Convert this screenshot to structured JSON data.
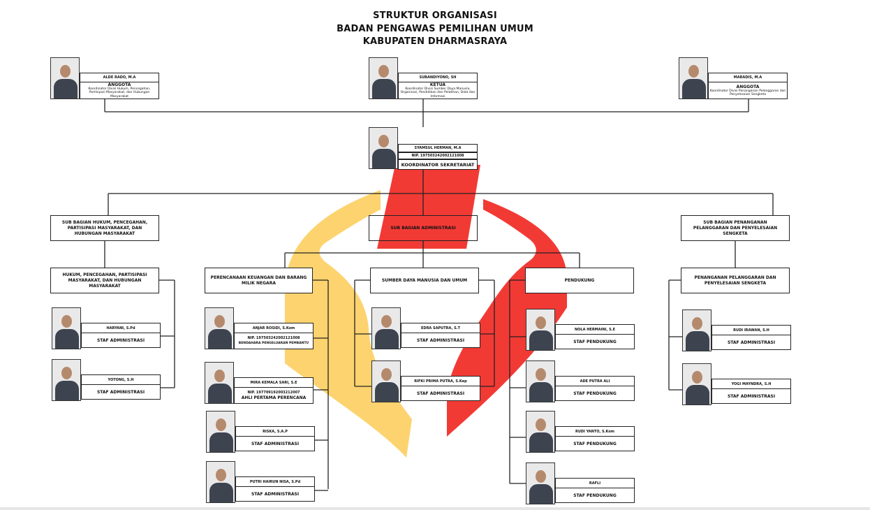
{
  "header": {
    "line1": "STRUKTUR ORGANISASI",
    "line2": "BADAN PENGAWAS PEMILIHAN UMUM",
    "line3": "KABUPATEN DHARMASRAYA"
  },
  "colors": {
    "yellow": "#fcd36e",
    "red": "#f23a35",
    "line": "#222222"
  },
  "leaders": [
    {
      "name": "ALDE RADO, M.A",
      "role": "ANGGOTA",
      "sub": "Koordinator Divisi Hukum, Pencegahan, Partisipasi Masyarakat, dan Hubungan Masyarakat"
    },
    {
      "name": "SUBANDIYONO, SH",
      "role": "KETUA",
      "sub": "Koordinator Divisi Sumber Daya Manusia, Organisasi, Pendidikan dan Pelatihan, Data dan Informasi"
    },
    {
      "name": "MARADIS, M.A",
      "role": "ANGGOTA",
      "sub": "Koordinator Divisi Penanganan Pelanggaran dan Penyelesaian Sengketa"
    }
  ],
  "secretariat": {
    "name": "SYAMSUL HERMAN, M.A",
    "nip": "NIP. 197503242002121008",
    "role": "KOORDINATOR SEKRETARIAT"
  },
  "subbagian": {
    "left": "SUB BAGIAN HUKUM, PENCEGAHAN, PARTISIPASI MASYARAKAT, DAN HUBUNGAN MASYARAKAT",
    "center": "SUB BAGIAN ADMINISTRASI",
    "right": "SUB BAGIAN PENANGANAN PELANGGARAN DAN PENYELESAIAN SENGKETA"
  },
  "units": {
    "hukum": "HUKUM, PENCEGAHAN, PARTISIPASI MASYARAKAT, DAN HUBUNGAN MASYARAKAT",
    "perencanaan": "PERENCANAAN KEUANGAN DAN BARANG MILIK NEGARA",
    "sdm": "SUMBER DAYA MANUSIA DAN UMUM",
    "pendukung": "PENDUKUNG",
    "penanganan": "PENANGANAN PELANGGARAN DAN PENYELESAIAN SENGKETA"
  },
  "staff": [
    {
      "name": "HARYANI, S.Pd",
      "role": "STAF ADMINISTRASI"
    },
    {
      "name": "YOTONG, S.H",
      "role": "STAF ADMINISTRASI"
    },
    {
      "name": "ANJAR ROSIDI, S.Kom",
      "nip": "NIP. 197503242002121008",
      "role": "BENDAHARA PENGELUARAN PEMBANTU"
    },
    {
      "name": "MIRA KEMALA SARI, S.E",
      "nip": "NIP. 197709192003212007",
      "role": "AHLI PERTAMA PERENCANA"
    },
    {
      "name": "RISKA, S.A.P",
      "role": "STAF ADMINISTRASI"
    },
    {
      "name": "PUTRI HAIRUN NISA, S.Pd",
      "role": "STAF ADMINISTRASI"
    },
    {
      "name": "EDRA SAPUTRA, S.T",
      "role": "STAF ADMINISTRASI"
    },
    {
      "name": "RIFKI PRIMA PUTRA, S.Kep",
      "role": "STAF ADMINISTRASI"
    },
    {
      "name": "NOLA HERMAINI, S.E",
      "role": "STAF PENDUKUNG"
    },
    {
      "name": "ADE PUTRA ALI",
      "role": "STAF PENDUKUNG"
    },
    {
      "name": "RUDI YANTO, S.Kom",
      "role": "STAF PENDUKUNG"
    },
    {
      "name": "RAFLI",
      "role": "STAF PENDUKUNG"
    },
    {
      "name": "RUDI IRAWAN, S.H",
      "role": "STAF ADMINISTRASI"
    },
    {
      "name": "YOGI MAYNDRA, S.H",
      "role": "STAF ADMINISTRASI"
    }
  ]
}
